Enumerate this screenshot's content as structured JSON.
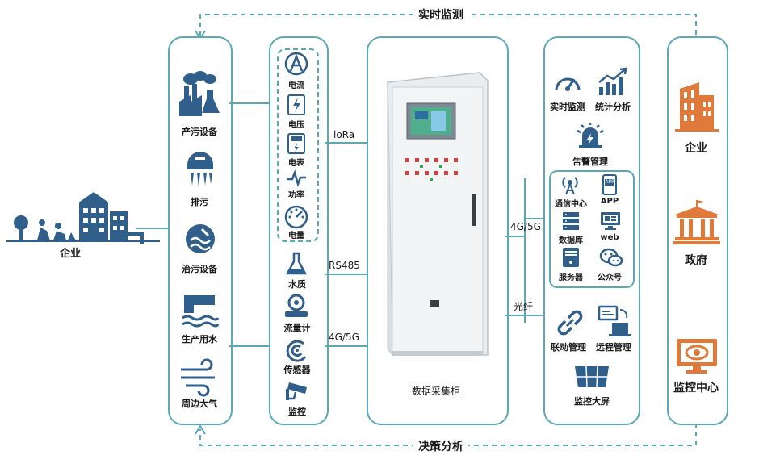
{
  "top_label": "实时监测",
  "bottom_label": "决策分析",
  "left_enterprise": "企业",
  "pollution_sources": [
    "产污设备",
    "排污",
    "治污设备",
    "生产用水",
    "周边大气"
  ],
  "sensors_group": [
    "电流",
    "电压",
    "电表",
    "功率",
    "电量"
  ],
  "sensors_other": [
    "水质",
    "流量计",
    "传感器",
    "监控"
  ],
  "link_labels": {
    "lora": "loRa",
    "rs485": "RS485",
    "cellular_left": "4G/5G",
    "cellular_right": "4G/5G",
    "fiber": "光纤"
  },
  "cabinet_label": "数据采集柜",
  "functions_top": [
    "实时监测",
    "统计分析",
    "告警管理"
  ],
  "functions_box": [
    "通信中心",
    "APP",
    "数据库",
    "web",
    "服务器",
    "公众号"
  ],
  "app_badge": "APP",
  "functions_bottom": [
    "联动管理",
    "远程管理",
    "监控大屏"
  ],
  "stakeholders": [
    "企业",
    "政府",
    "监控中心"
  ],
  "colors": {
    "panel_border": "#5aa9b7",
    "icon_blue": "#2f5f8a",
    "stakeholder_orange": "#e07a3a",
    "arrow_dash": "#5aa9b7"
  }
}
